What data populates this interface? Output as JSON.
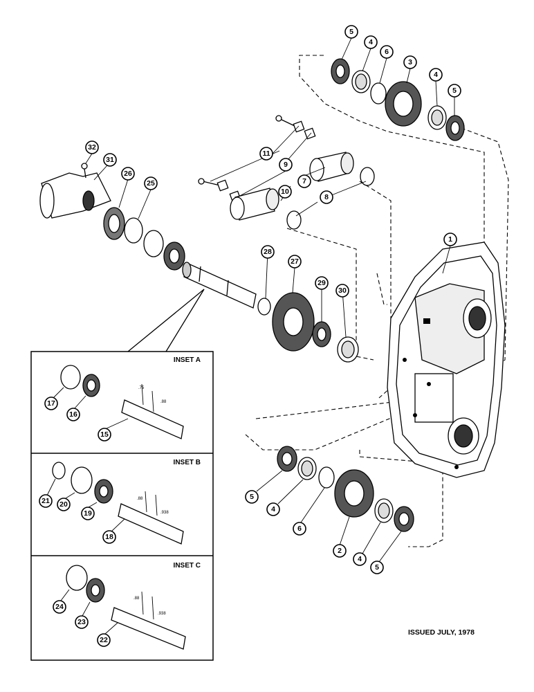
{
  "insets": [
    {
      "title": "INSET A",
      "dims": [
        ".75",
        ".88"
      ]
    },
    {
      "title": "INSET B",
      "dims": [
        ".88",
        ".938"
      ]
    },
    {
      "title": "INSET C",
      "dims": [
        ".88",
        ".938"
      ]
    }
  ],
  "callouts": {
    "c1": "1",
    "c2": "2",
    "c3": "3",
    "c4a": "4",
    "c4b": "4",
    "c4c": "4",
    "c4d": "4",
    "c5a": "5",
    "c5b": "5",
    "c5c": "5",
    "c5d": "5",
    "c6a": "6",
    "c6b": "6",
    "c7": "7",
    "c8": "8",
    "c9": "9",
    "c10": "10",
    "c11": "11",
    "c15": "15",
    "c16": "16",
    "c17": "17",
    "c18": "18",
    "c19": "19",
    "c20": "20",
    "c21": "21",
    "c22": "22",
    "c23": "23",
    "c24": "24",
    "c25": "25",
    "c26": "26",
    "c27": "27",
    "c28": "28",
    "c29": "29",
    "c30": "30",
    "c31": "31",
    "c32": "32"
  },
  "footer": "ISSUED JULY, 1978"
}
